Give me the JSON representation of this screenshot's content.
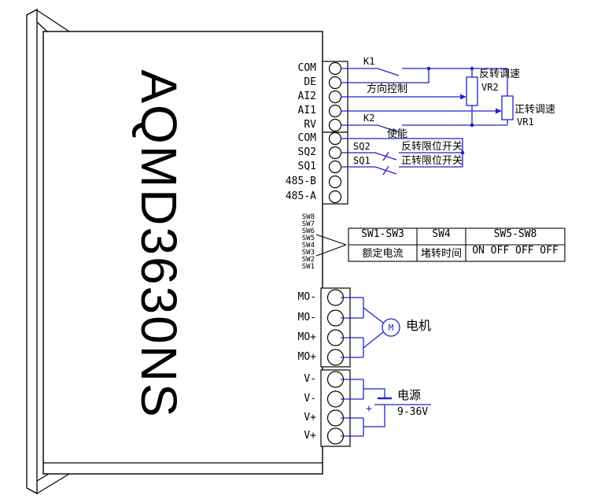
{
  "device": {
    "model": "AQMD3630NS"
  },
  "terminals": {
    "signal": [
      "COM",
      "DE",
      "AI2",
      "AI1",
      "RV",
      "COM",
      "SQ2",
      "SQ1",
      "485-B",
      "485-A"
    ],
    "dip": [
      "SW8",
      "SW7",
      "SW6",
      "SW5",
      "SW4",
      "SW3",
      "SW2",
      "SW1"
    ],
    "motor": [
      "MO-",
      "MO-",
      "MO+",
      "MO+"
    ],
    "power": [
      "V-",
      "V-",
      "V+",
      "V+"
    ]
  },
  "wiring": {
    "k1": {
      "label": "K1",
      "function": "方向控制"
    },
    "k2": {
      "label": "K2",
      "function": "使能"
    },
    "vr2": {
      "label": "VR2",
      "function": "反转调速"
    },
    "vr1": {
      "label": "VR1",
      "function": "正转调速"
    },
    "sq2": {
      "label": "SQ2",
      "function": "反转限位开关"
    },
    "sq1": {
      "label": "SQ1",
      "function": "正转限位开关"
    },
    "motor": {
      "symbol": "M",
      "label": "电机"
    },
    "power": {
      "plus": "+",
      "label": "电源",
      "voltage": "9-36V"
    }
  },
  "dip_table": {
    "headers": [
      "SW1-SW3",
      "SW4",
      "SW5-SW8"
    ],
    "values": [
      "额定电流",
      "堵转时间",
      "ON OFF OFF OFF"
    ]
  },
  "colors": {
    "wire": "#2222cc",
    "outline": "#000000"
  }
}
